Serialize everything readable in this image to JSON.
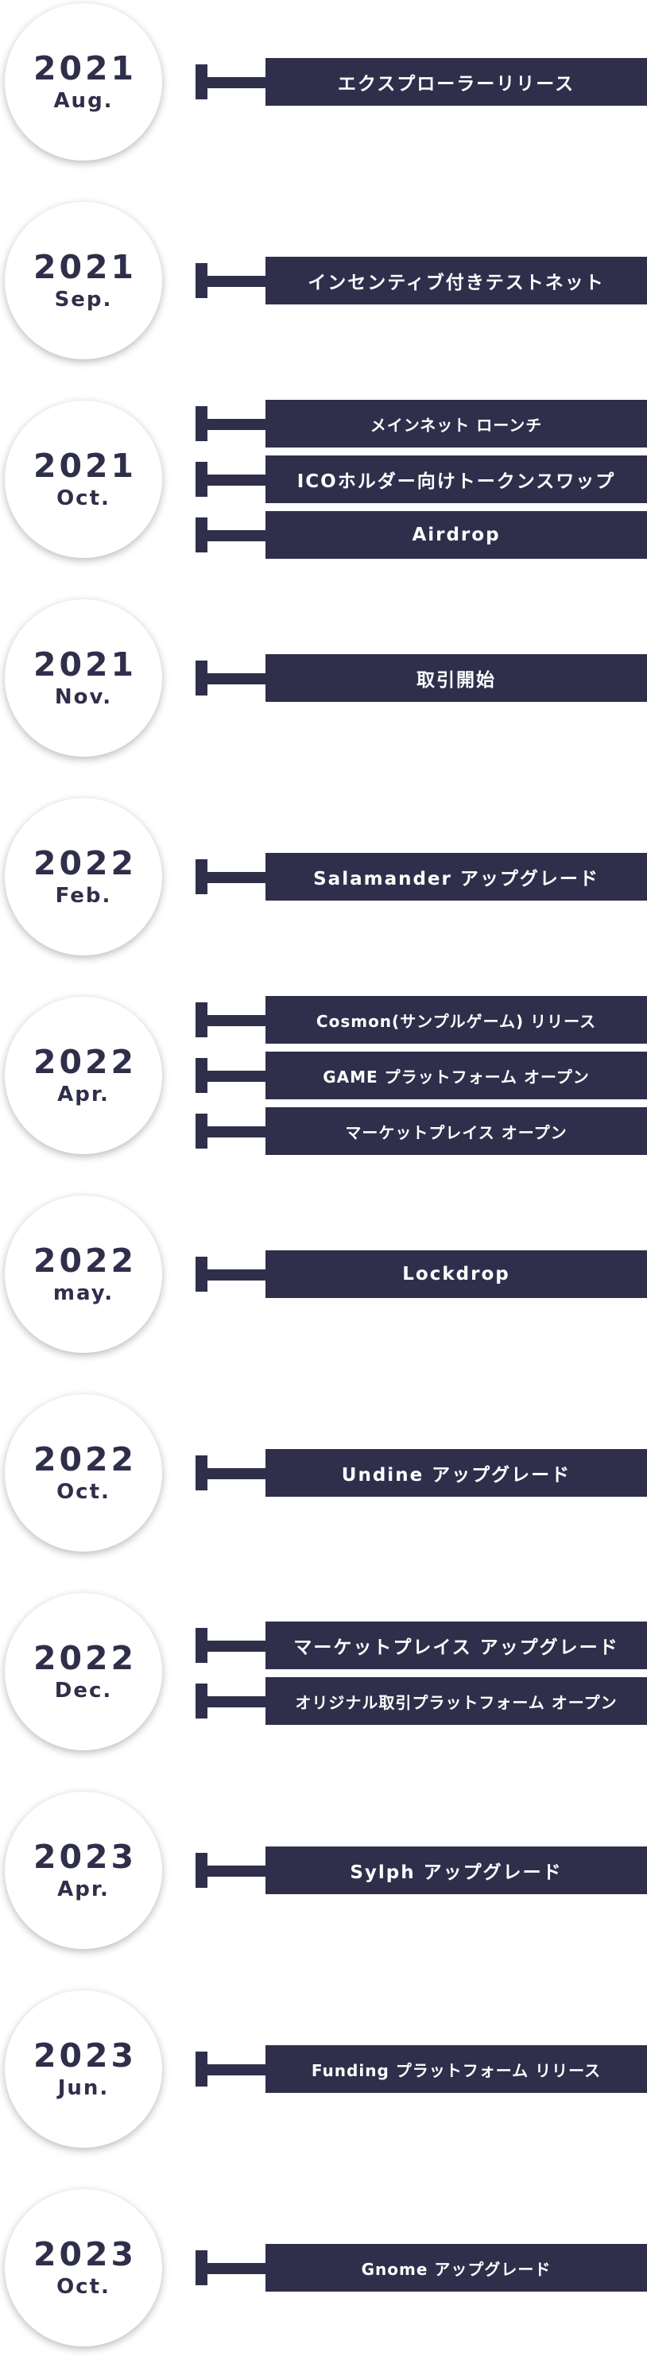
{
  "colors": {
    "navy": "#2f2f4b",
    "bar_text": "#ffffff",
    "background": "#ffffff"
  },
  "milestones": [
    {
      "year": "2021",
      "month": "Aug.",
      "events": [
        "エクスプローラーリリース"
      ]
    },
    {
      "year": "2021",
      "month": "Sep.",
      "events": [
        "インセンティブ付きテストネット"
      ]
    },
    {
      "year": "2021",
      "month": "Oct.",
      "events": [
        "メインネット ローンチ",
        "ICOホルダー向けトークンスワップ",
        "Airdrop"
      ]
    },
    {
      "year": "2021",
      "month": "Nov.",
      "events": [
        "取引開始"
      ]
    },
    {
      "year": "2022",
      "month": "Feb.",
      "events": [
        "Salamander アップグレード"
      ]
    },
    {
      "year": "2022",
      "month": "Apr.",
      "events": [
        "Cosmon(サンプルゲーム) リリース",
        "GAME プラットフォーム オープン",
        "マーケットプレイス オープン"
      ]
    },
    {
      "year": "2022",
      "month": "may.",
      "events": [
        "Lockdrop"
      ]
    },
    {
      "year": "2022",
      "month": "Oct.",
      "events": [
        "Undine アップグレード"
      ]
    },
    {
      "year": "2022",
      "month": "Dec.",
      "events": [
        "マーケットプレイス アップグレード",
        "オリジナル取引プラットフォーム オープン"
      ]
    },
    {
      "year": "2023",
      "month": "Apr.",
      "events": [
        "Sylph アップグレード"
      ]
    },
    {
      "year": "2023",
      "month": "Jun.",
      "events": [
        "Funding プラットフォーム リリース"
      ]
    },
    {
      "year": "2023",
      "month": "Oct.",
      "events": [
        "Gnome アップグレード"
      ]
    }
  ]
}
